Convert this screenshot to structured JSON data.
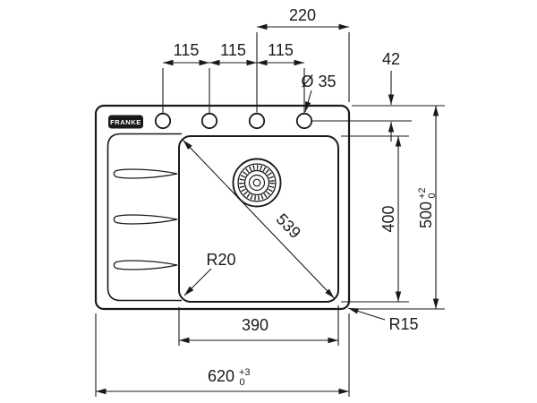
{
  "drawing": {
    "brand": "FRANKE",
    "dims": {
      "top_width": "220",
      "pitch_1": "115",
      "pitch_2": "115",
      "pitch_3": "115",
      "hole_dia": "Ø 35",
      "rear_offset": "42",
      "bowl_length": "400",
      "overall_depth": "500",
      "overall_depth_tol_up": "+2",
      "overall_depth_tol_low": "0",
      "diagonal": "539",
      "bowl_corner_radius": "R20",
      "outer_corner_radius": "R15",
      "bowl_width": "390",
      "overall_width": "620",
      "overall_width_tol_up": "+3",
      "overall_width_tol_low": "0"
    }
  }
}
